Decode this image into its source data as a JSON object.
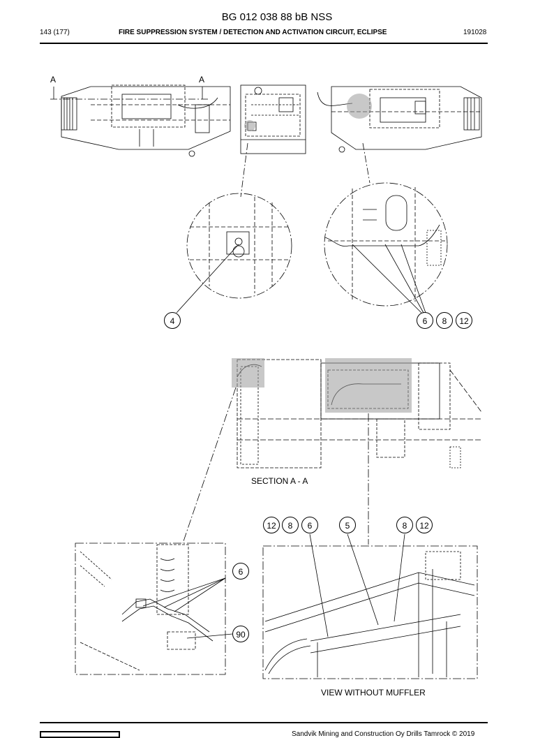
{
  "header": {
    "doc_number": "BG 012 038 88 bB NSS",
    "page": "143 (177)",
    "title": "FIRE SUPPRESSION SYSTEM / DETECTION AND ACTIVATION CIRCUIT, ECLIPSE",
    "date": "191028"
  },
  "drawing": {
    "section_marker_left": "A",
    "section_marker_right": "A",
    "section_label": "SECTION A - A",
    "view_label": "VIEW WITHOUT MUFFLER"
  },
  "callouts": {
    "c4": "4",
    "c6_top": "6",
    "c8_top": "8",
    "c12_top": "12",
    "c12_mid": "12",
    "c8_mid": "8",
    "c6_mid": "6",
    "c5": "5",
    "c8_right": "8",
    "c12_right": "12",
    "c6_detail": "6",
    "c90": "90"
  },
  "footer": {
    "copyright": "Sandvik Mining and Construction Oy Drills Tamrock © 2019"
  },
  "colors": {
    "line": "#000000",
    "highlight": "#9a9a9a"
  }
}
